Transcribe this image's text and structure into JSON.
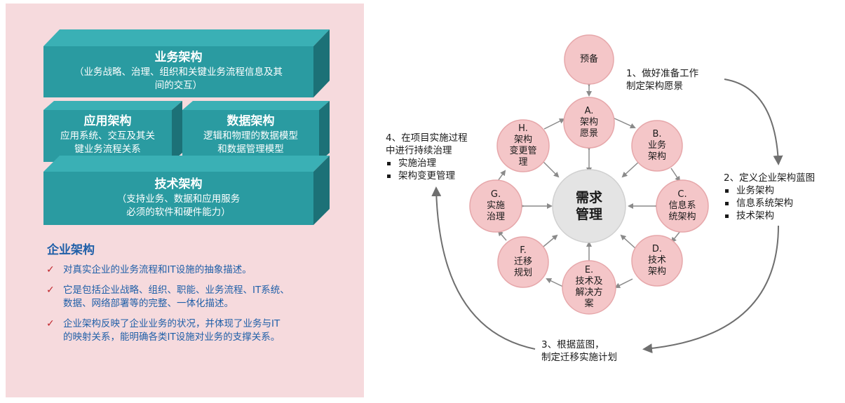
{
  "left": {
    "business": {
      "title": "业务架构",
      "sub1": "（业务战略、治理、组织和关键业务流程信息及其",
      "sub2": "间的交互）"
    },
    "application": {
      "title": "应用架构",
      "sub1": "应用系统、交互及其关",
      "sub2": "键业务流程关系"
    },
    "data": {
      "title": "数据架构",
      "sub1": "逻辑和物理的数据模型",
      "sub2": "和数据管理模型"
    },
    "technology": {
      "title": "技术架构",
      "sub1": "（支持业务、数据和应用服务",
      "sub2": "必须的软件和硬件能力）"
    },
    "ea_title": "企业架构",
    "bullets": [
      {
        "l1": "对真实企业的业务流程和IT设施的抽象描述。",
        "l2": ""
      },
      {
        "l1": "它是包括企业战略、组织、职能、业务流程、IT系统、",
        "l2": "数据、网络部署等的完整、一体化描述。"
      },
      {
        "l1": "企业架构反映了企业业务的状况，并体现了业务与IT",
        "l2": "的映射关系，能明确各类IT设施对业务的支撑关系。"
      }
    ],
    "colors": {
      "box_front": "#2a9ba1",
      "box_top": "#3ab0b5",
      "box_side": "#1c7177",
      "panel_bg": "#f6dadd",
      "text_blue": "#1f5fa8",
      "check_red": "#c0272d"
    }
  },
  "adm": {
    "center": {
      "l1": "需求",
      "l2": "管理"
    },
    "prelim": "预备",
    "nodes": {
      "a": {
        "l1": "A.",
        "l2": "架构",
        "l3": "愿景"
      },
      "b": {
        "l1": "B.",
        "l2": "业务",
        "l3": "架构"
      },
      "c": {
        "l1": "C.",
        "l2": "信息系",
        "l3": "统架构"
      },
      "d": {
        "l1": "D.",
        "l2": "技术",
        "l3": "架构"
      },
      "e": {
        "l1": "E.",
        "l2": "技术及",
        "l3": "解决方",
        "l4": "案"
      },
      "f": {
        "l1": "F.",
        "l2": "迁移",
        "l3": "规划"
      },
      "g": {
        "l1": "G.",
        "l2": "实施",
        "l3": "治理"
      },
      "h": {
        "l1": "H.",
        "l2": "架构",
        "l3": "变更管",
        "l4": "理"
      }
    },
    "steps": {
      "s1": {
        "l1": "1、做好准备工作",
        "l2": "制定架构愿景"
      },
      "s2": {
        "title": "2、定义企业架构蓝图",
        "items": [
          "业务架构",
          "信息系统架构",
          "技术架构"
        ]
      },
      "s3": {
        "l1": "3、根据蓝图，",
        "l2": "制定迁移实施计划"
      },
      "s4": {
        "l1": "4、在项目实施过程",
        "l2": "中进行持续治理",
        "items": [
          "实施治理",
          "架构变更管理"
        ]
      }
    },
    "colors": {
      "node_fill": "#f4c6c8",
      "node_stroke": "#e6a7aa",
      "center_fill": "#e4e4e4",
      "arrow": "#808080"
    }
  }
}
